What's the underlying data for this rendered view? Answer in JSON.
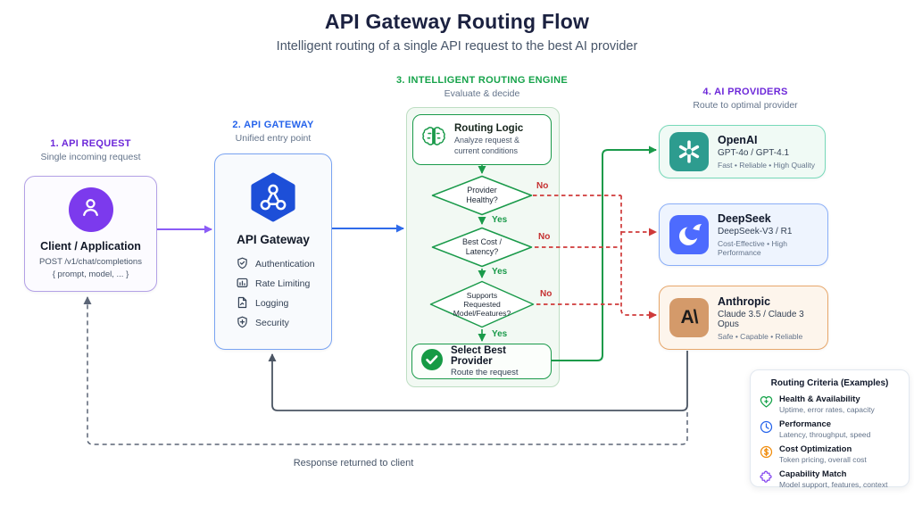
{
  "header": {
    "title": "API Gateway Routing Flow",
    "subtitle": "Intelligent routing of a single API request to the best AI provider"
  },
  "sections": {
    "request": {
      "label": "1. API REQUEST",
      "sublabel": "Single incoming request"
    },
    "gateway": {
      "label": "2. API GATEWAY",
      "sublabel": "Unified entry point"
    },
    "engine": {
      "label": "3. INTELLIGENT ROUTING ENGINE",
      "sublabel": "Evaluate & decide"
    },
    "providers": {
      "label": "4. AI PROVIDERS",
      "sublabel": "Route to optimal provider"
    }
  },
  "client": {
    "title": "Client / Application",
    "request_line": "POST /v1/chat/completions",
    "payload_line": "{ prompt, model, ... }",
    "icon": "user-icon"
  },
  "gateway": {
    "title": "API Gateway",
    "icon": "hexagon-network-icon",
    "features": [
      {
        "label": "Authentication",
        "icon": "shield-check-icon"
      },
      {
        "label": "Rate Limiting",
        "icon": "bar-gauge-icon"
      },
      {
        "label": "Logging",
        "icon": "document-icon"
      },
      {
        "label": "Security",
        "icon": "shield-plus-icon"
      }
    ]
  },
  "engine": {
    "logic": {
      "title": "Routing Logic",
      "desc_line1": "Analyze request &",
      "desc_line2": "current conditions",
      "icon": "brain-icon"
    },
    "decisions": [
      {
        "line1": "Provider",
        "line2": "Healthy?"
      },
      {
        "line1": "Best Cost /",
        "line2": "Latency?"
      },
      {
        "line1": "Supports",
        "line2": "Requested",
        "line3": "Model/Features?"
      }
    ],
    "yes_label": "Yes",
    "no_label": "No",
    "select": {
      "title": "Select Best Provider",
      "desc": "Route the request",
      "icon": "check-circle-icon"
    }
  },
  "providers": [
    {
      "name": "OpenAI",
      "models": "GPT-4o / GPT-4.1",
      "tags": "Fast • Reliable • High Quality",
      "icon": "openai-logo-icon",
      "brand_color": "#2d9c8f"
    },
    {
      "name": "DeepSeek",
      "models": "DeepSeek-V3 / R1",
      "tags": "Cost-Effective • High Performance",
      "icon": "whale-logo-icon",
      "brand_color": "#4d6bfe"
    },
    {
      "name": "Anthropic",
      "models": "Claude 3.5 / Claude 3 Opus",
      "tags": "Safe • Capable • Reliable",
      "icon": "anthropic-logo-icon",
      "brand_color": "#d49a6a",
      "logo_text": "A\\"
    }
  ],
  "criteria": {
    "title": "Routing Criteria (Examples)",
    "items": [
      {
        "label": "Health & Availability",
        "desc": "Uptime, error rates, capacity",
        "icon": "heart-plus-icon"
      },
      {
        "label": "Performance",
        "desc": "Latency, throughput, speed",
        "icon": "clock-icon"
      },
      {
        "label": "Cost Optimization",
        "desc": "Token pricing, overall cost",
        "icon": "dollar-circle-icon"
      },
      {
        "label": "Capability Match",
        "desc": "Model support, features, context",
        "icon": "puzzle-icon"
      }
    ]
  },
  "footer": {
    "response_label": "Response returned to client"
  },
  "colors": {
    "purple": "#6d28d9",
    "blue": "#2563eb",
    "green": "#16a34a",
    "red": "#cf3a3a",
    "slate": "#475569",
    "openai": "#2d9c8f",
    "deepseek": "#4d6bfe",
    "anthropic": "#d49a6a"
  }
}
